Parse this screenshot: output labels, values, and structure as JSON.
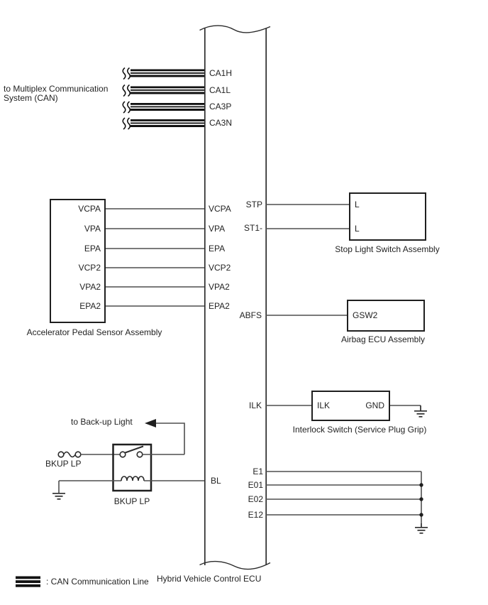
{
  "ecu": {
    "name": "Hybrid Vehicle Control ECU"
  },
  "can": {
    "note": "to Multiplex Communication\nSystem (CAN)",
    "pins": [
      "CA1H",
      "CA1L",
      "CA3P",
      "CA3N"
    ]
  },
  "pedal": {
    "title": "Accelerator Pedal Sensor Assembly",
    "pins": [
      "VCPA",
      "VPA",
      "EPA",
      "VCP2",
      "VPA2",
      "EPA2"
    ],
    "ecu_pins": [
      "VCPA",
      "VPA",
      "EPA",
      "VCP2",
      "VPA2",
      "EPA2"
    ]
  },
  "stop_light": {
    "title": "Stop Light Switch Assembly",
    "ecu_pins": [
      "STP",
      "ST1-"
    ],
    "pins": [
      "L",
      "L"
    ]
  },
  "airbag": {
    "title": "Airbag ECU Assembly",
    "ecu_pin": "ABFS",
    "pin": "GSW2"
  },
  "interlock": {
    "title": "Interlock Switch (Service Plug Grip)",
    "ecu_pin": "ILK",
    "pins": [
      "ILK",
      "GND"
    ]
  },
  "backup": {
    "note": "to Back-up Light",
    "fuse_label": "BKUP LP",
    "relay_title": "BKUP LP",
    "ecu_pin": "BL"
  },
  "ground": {
    "ecu_pins": [
      "E1",
      "E01",
      "E02",
      "E12"
    ]
  },
  "legend": {
    "label": ": CAN Communication Line"
  },
  "icons": {
    "ground": "ground-symbol",
    "fuse": "fuse-symbol",
    "relay_switch": "switch-contact-symbol",
    "relay_coil": "coil-symbol",
    "arrow": "left-arrow",
    "can_break": "line-break-squiggle",
    "can_line": "can-communication-line-symbol"
  },
  "colors": {
    "ink": "#232323",
    "wire": "#4f4f4f",
    "border": "#1f1f1f",
    "bar": "#111111",
    "background": "#ffffff"
  }
}
